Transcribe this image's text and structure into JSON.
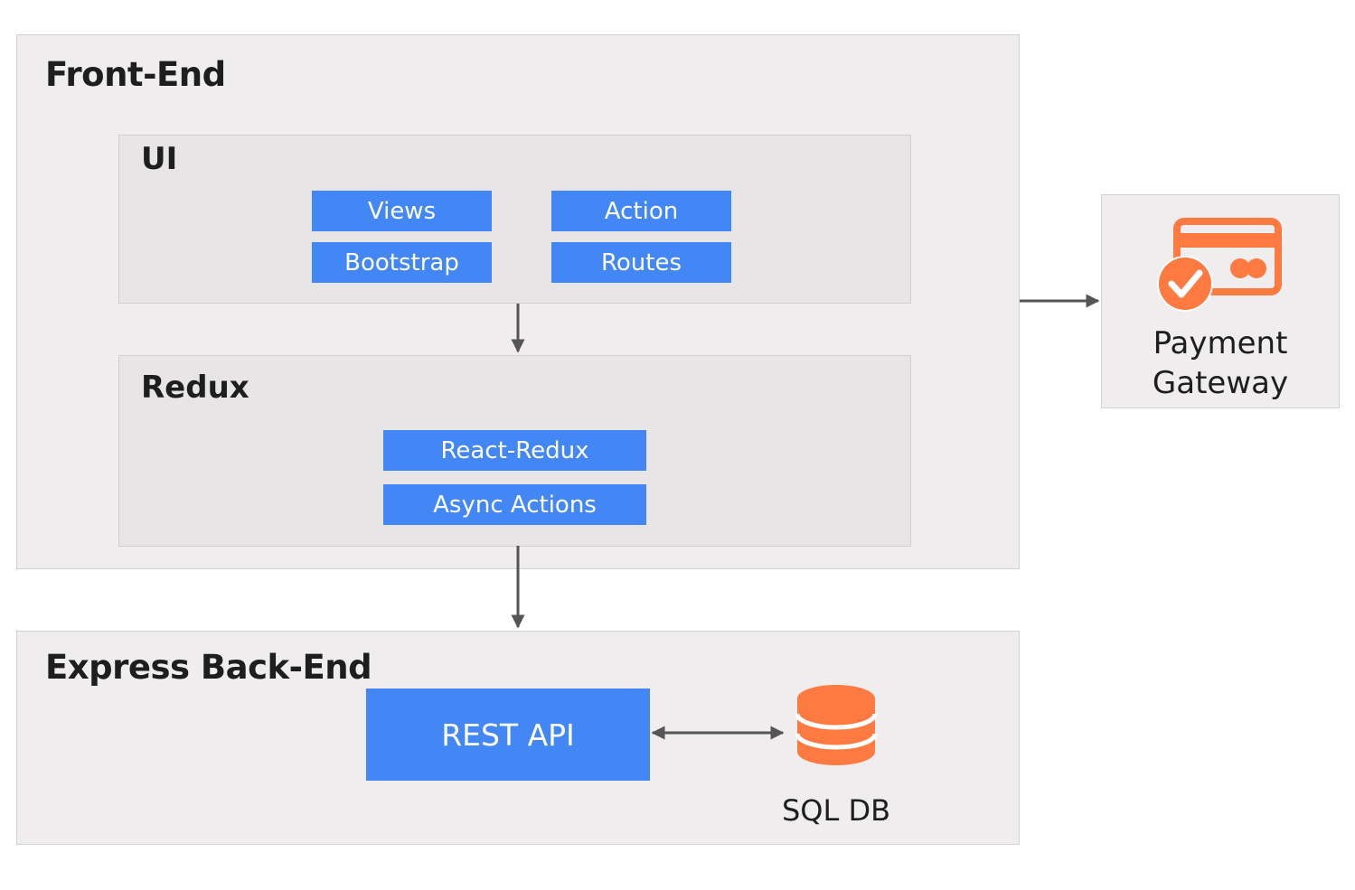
{
  "frontend": {
    "title": "Front-End",
    "ui": {
      "title": "UI",
      "chips": {
        "views": "Views",
        "action": "Action",
        "bootstrap": "Bootstrap",
        "routes": "Routes"
      }
    },
    "redux": {
      "title": "Redux",
      "chips": {
        "react_redux": "React-Redux",
        "async_actions": "Async Actions"
      }
    }
  },
  "backend": {
    "title": "Express Back-End",
    "rest_api": "REST API",
    "db_label": "SQL DB"
  },
  "payment": {
    "line1": "Payment",
    "line2": "Gateway"
  },
  "colors": {
    "chip_blue": "#4287f5",
    "icon_orange": "#ff7a40",
    "arrow_gray": "#555555"
  },
  "icons": {
    "payment": "credit-card-check-icon",
    "database": "database-icon"
  }
}
